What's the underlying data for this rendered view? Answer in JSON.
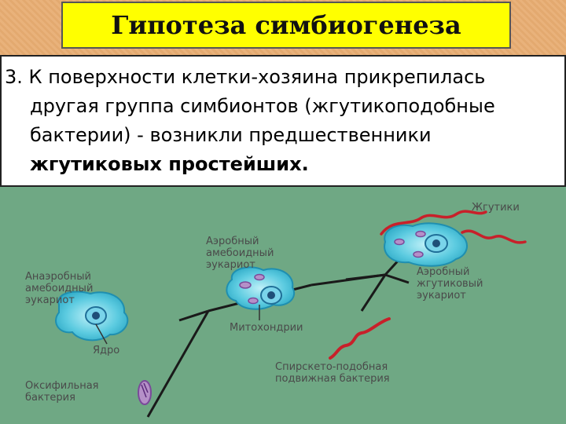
{
  "title": "Гипотеза симбиогенеза",
  "paragraph": {
    "text_before": "3. К поверхности клетки-хозяина прикрепилась другая группа симбионтов (жгутикоподобные бактерии) - возникли предшественники ",
    "text_bold": "жгутиковых простейших."
  },
  "diagram_labels": {
    "anaerobic": [
      "Анаэробный",
      "амебоидный",
      "эукариот"
    ],
    "nucleus": "Ядро",
    "oxyphilic": [
      "Оксифильная",
      "бактерия"
    ],
    "aerobic_amoeboid": [
      "Аэробный",
      "амебоидный",
      "эукариот"
    ],
    "mitochondria": "Митохондрии",
    "flagella": "Жгутики",
    "aerobic_flagellate": [
      "Аэробный",
      "жгутиковый",
      "эукариот"
    ],
    "spirochete": [
      "Спирскето-подобная",
      "подвижная бактерия"
    ]
  },
  "colors": {
    "title_bg": "#ffff00",
    "diagram_bg": "#6fa884",
    "cell_fill": "#4fc6dd",
    "cell_stroke": "#1f8fb0",
    "bacteria_red": "#c8202a",
    "oxyphilic_fill": "#b590c8"
  }
}
